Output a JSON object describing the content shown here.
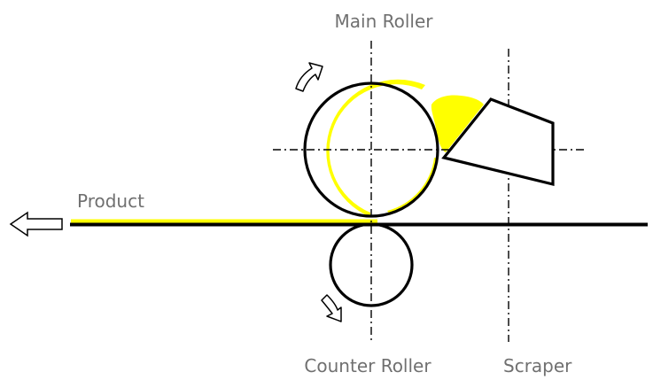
{
  "labels": {
    "main_roller": "Main Roller",
    "product": "Product",
    "counter_roller": "Counter Roller",
    "scraper": "Scraper"
  },
  "colors": {
    "coating": "#ffff00",
    "line": "#000000",
    "label": "#707070"
  }
}
